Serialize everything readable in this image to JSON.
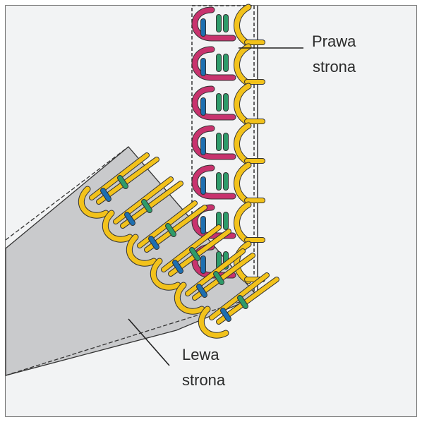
{
  "labels": {
    "right_side_line1": "Prawa",
    "right_side_line2": "strona",
    "left_side_line1": "Lewa",
    "left_side_line2": "strona"
  },
  "colors": {
    "fabric_right": "#f2f3f4",
    "fabric_left": "#c9cacc",
    "thread_pink": "#c8336e",
    "thread_yellow": "#f2c21b",
    "thread_blue": "#1e6fb0",
    "thread_green": "#2e9b6a",
    "outline": "#333333"
  },
  "icons": [
    "overlock-stitch-diagram"
  ]
}
